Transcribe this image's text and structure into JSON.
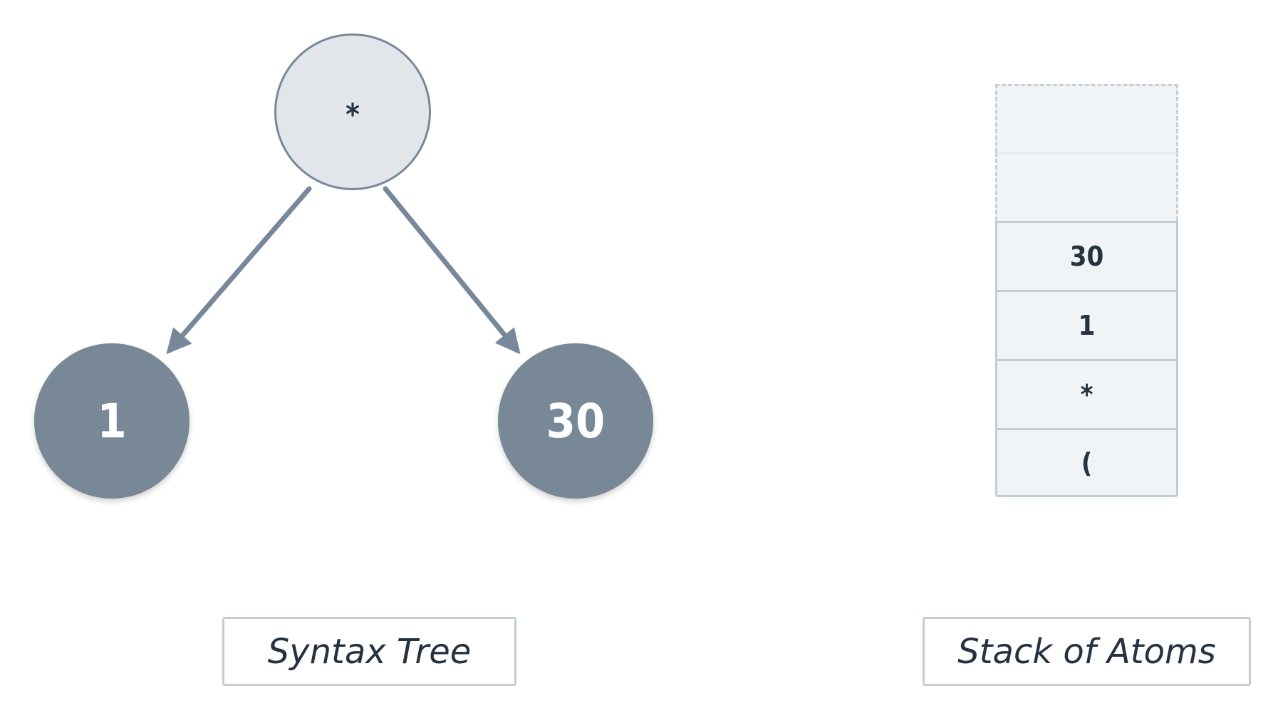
{
  "tree": {
    "root": "*",
    "left": "1",
    "right": "30"
  },
  "stack": {
    "empty_slots": 2,
    "items_top_to_bottom": [
      "30",
      "1",
      "*",
      "("
    ]
  },
  "captions": {
    "tree": "Syntax Tree",
    "stack": "Stack of Atoms"
  },
  "colors": {
    "edge": "#77889a",
    "leaf_fill": "#788897",
    "root_fill": "#e2e6ea",
    "stack_fill": "#f1f4f6",
    "border": "#c2ccd5",
    "text": "#253240"
  }
}
